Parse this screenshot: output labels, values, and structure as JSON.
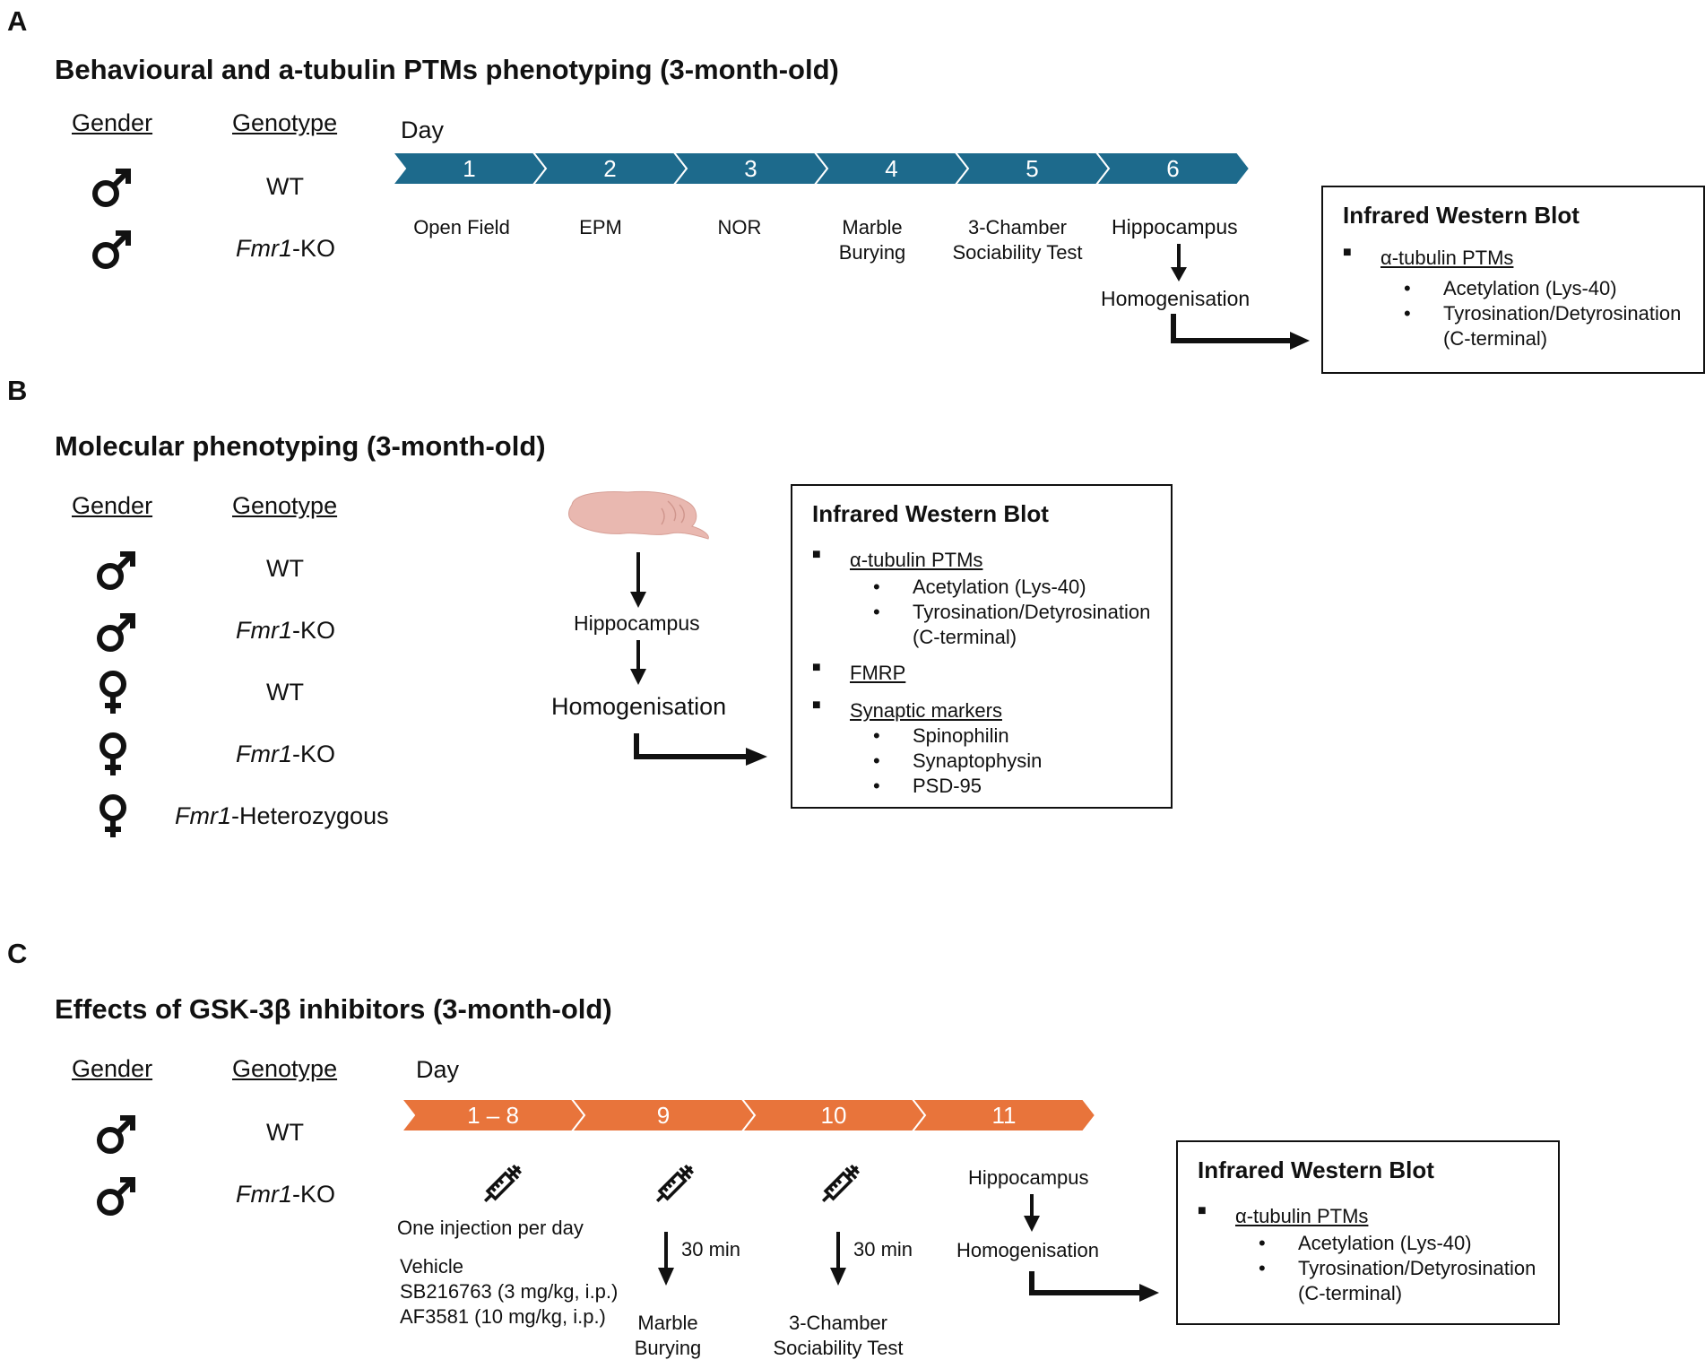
{
  "panels": {
    "A": {
      "letter": "A",
      "title": "Behavioural and a-tubulin PTMs phenotyping (3-month-old)",
      "gender_header": "Gender",
      "genotype_header": "Genotype",
      "groups": [
        {
          "gender": "male",
          "genotype_italic": "",
          "genotype_rest": "WT"
        },
        {
          "gender": "male",
          "genotype_italic": "Fmr1",
          "genotype_rest": "-KO"
        }
      ],
      "day_label": "Day",
      "days": [
        "1",
        "2",
        "3",
        "4",
        "5",
        "6"
      ],
      "day_color": "#1d6a8c",
      "tests": [
        "Open Field",
        "EPM",
        "NOR",
        "Marble Burying",
        "3-Chamber Sociability Test"
      ],
      "stages": [
        "Hippocampus",
        "Homogenisation"
      ],
      "box": {
        "title": "Infrared Western Blot",
        "header": "α-tubulin PTMs",
        "items": [
          "Acetylation (Lys-40)",
          "Tyrosination/Detyrosination",
          "(C-terminal)"
        ]
      }
    },
    "B": {
      "letter": "B",
      "title": "Molecular phenotyping (3-month-old)",
      "gender_header": "Gender",
      "genotype_header": "Genotype",
      "groups": [
        {
          "gender": "male",
          "genotype_italic": "",
          "genotype_rest": "WT"
        },
        {
          "gender": "male",
          "genotype_italic": "Fmr1",
          "genotype_rest": "-KO"
        },
        {
          "gender": "female",
          "genotype_italic": "",
          "genotype_rest": "WT"
        },
        {
          "gender": "female",
          "genotype_italic": "Fmr1",
          "genotype_rest": "-KO"
        },
        {
          "gender": "female",
          "genotype_italic": "Fmr1",
          "genotype_rest": "-Heterozygous"
        }
      ],
      "brain_color": "#e9b8b0",
      "stages": [
        "Hippocampus",
        "Homogenisation"
      ],
      "box": {
        "title": "Infrared Western Blot",
        "header1": "α-tubulin PTMs",
        "items1": [
          "Acetylation (Lys-40)",
          "Tyrosination/Detyrosination",
          "(C-terminal)"
        ],
        "header2": "FMRP",
        "header3": "Synaptic markers",
        "items3": [
          "Spinophilin",
          "Synaptophysin",
          "PSD-95"
        ]
      }
    },
    "C": {
      "letter": "C",
      "title": "Effects of GSK-3β inhibitors (3-month-old)",
      "gender_header": "Gender",
      "genotype_header": "Genotype",
      "groups": [
        {
          "gender": "male",
          "genotype_italic": "",
          "genotype_rest": "WT"
        },
        {
          "gender": "male",
          "genotype_italic": "Fmr1",
          "genotype_rest": "-KO"
        }
      ],
      "day_label": "Day",
      "days": [
        "1 – 8",
        "9",
        "10",
        "11"
      ],
      "day_color": "#e8743b",
      "injection_label": "One injection per day",
      "treatments": [
        "Vehicle",
        "SB216763 (3 mg/kg, i.p.)",
        "AF3581 (10 mg/kg, i.p.)"
      ],
      "delay": "30 min",
      "tests": [
        "Marble Burying",
        "3-Chamber Sociability Test"
      ],
      "stages": [
        "Hippocampus",
        "Homogenisation"
      ],
      "box": {
        "title": "Infrared Western Blot",
        "header": "α-tubulin PTMs",
        "items": [
          "Acetylation (Lys-40)",
          "Tyrosination/Detyrosination",
          "(C-terminal)"
        ]
      }
    }
  }
}
